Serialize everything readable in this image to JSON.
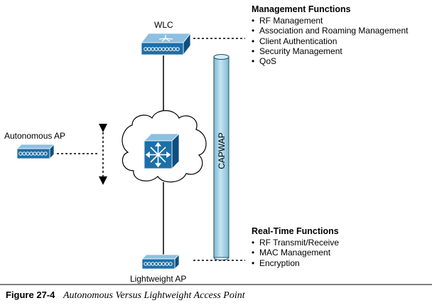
{
  "nodes": {
    "wlc": "WLC",
    "autonomous_ap": "Autonomous AP",
    "lightweight_ap": "Lightweight AP"
  },
  "tunnel_label": "CAPWAP",
  "management": {
    "title": "Management Functions",
    "items": [
      "RF Management",
      "Association and Roaming Management",
      "Client Authentication",
      "Security Management",
      "QoS"
    ]
  },
  "realtime": {
    "title": "Real-Time Functions",
    "items": [
      "RF Transmit/Receive",
      "MAC Management",
      "Encryption"
    ]
  },
  "caption": {
    "number": "Figure 27-4",
    "text": "Autonomous Versus Lightweight Access Point"
  },
  "colors": {
    "device_blue": "#1c6fa8",
    "tunnel_fill": "#a8d4e6",
    "caption_rule": "#000000"
  }
}
